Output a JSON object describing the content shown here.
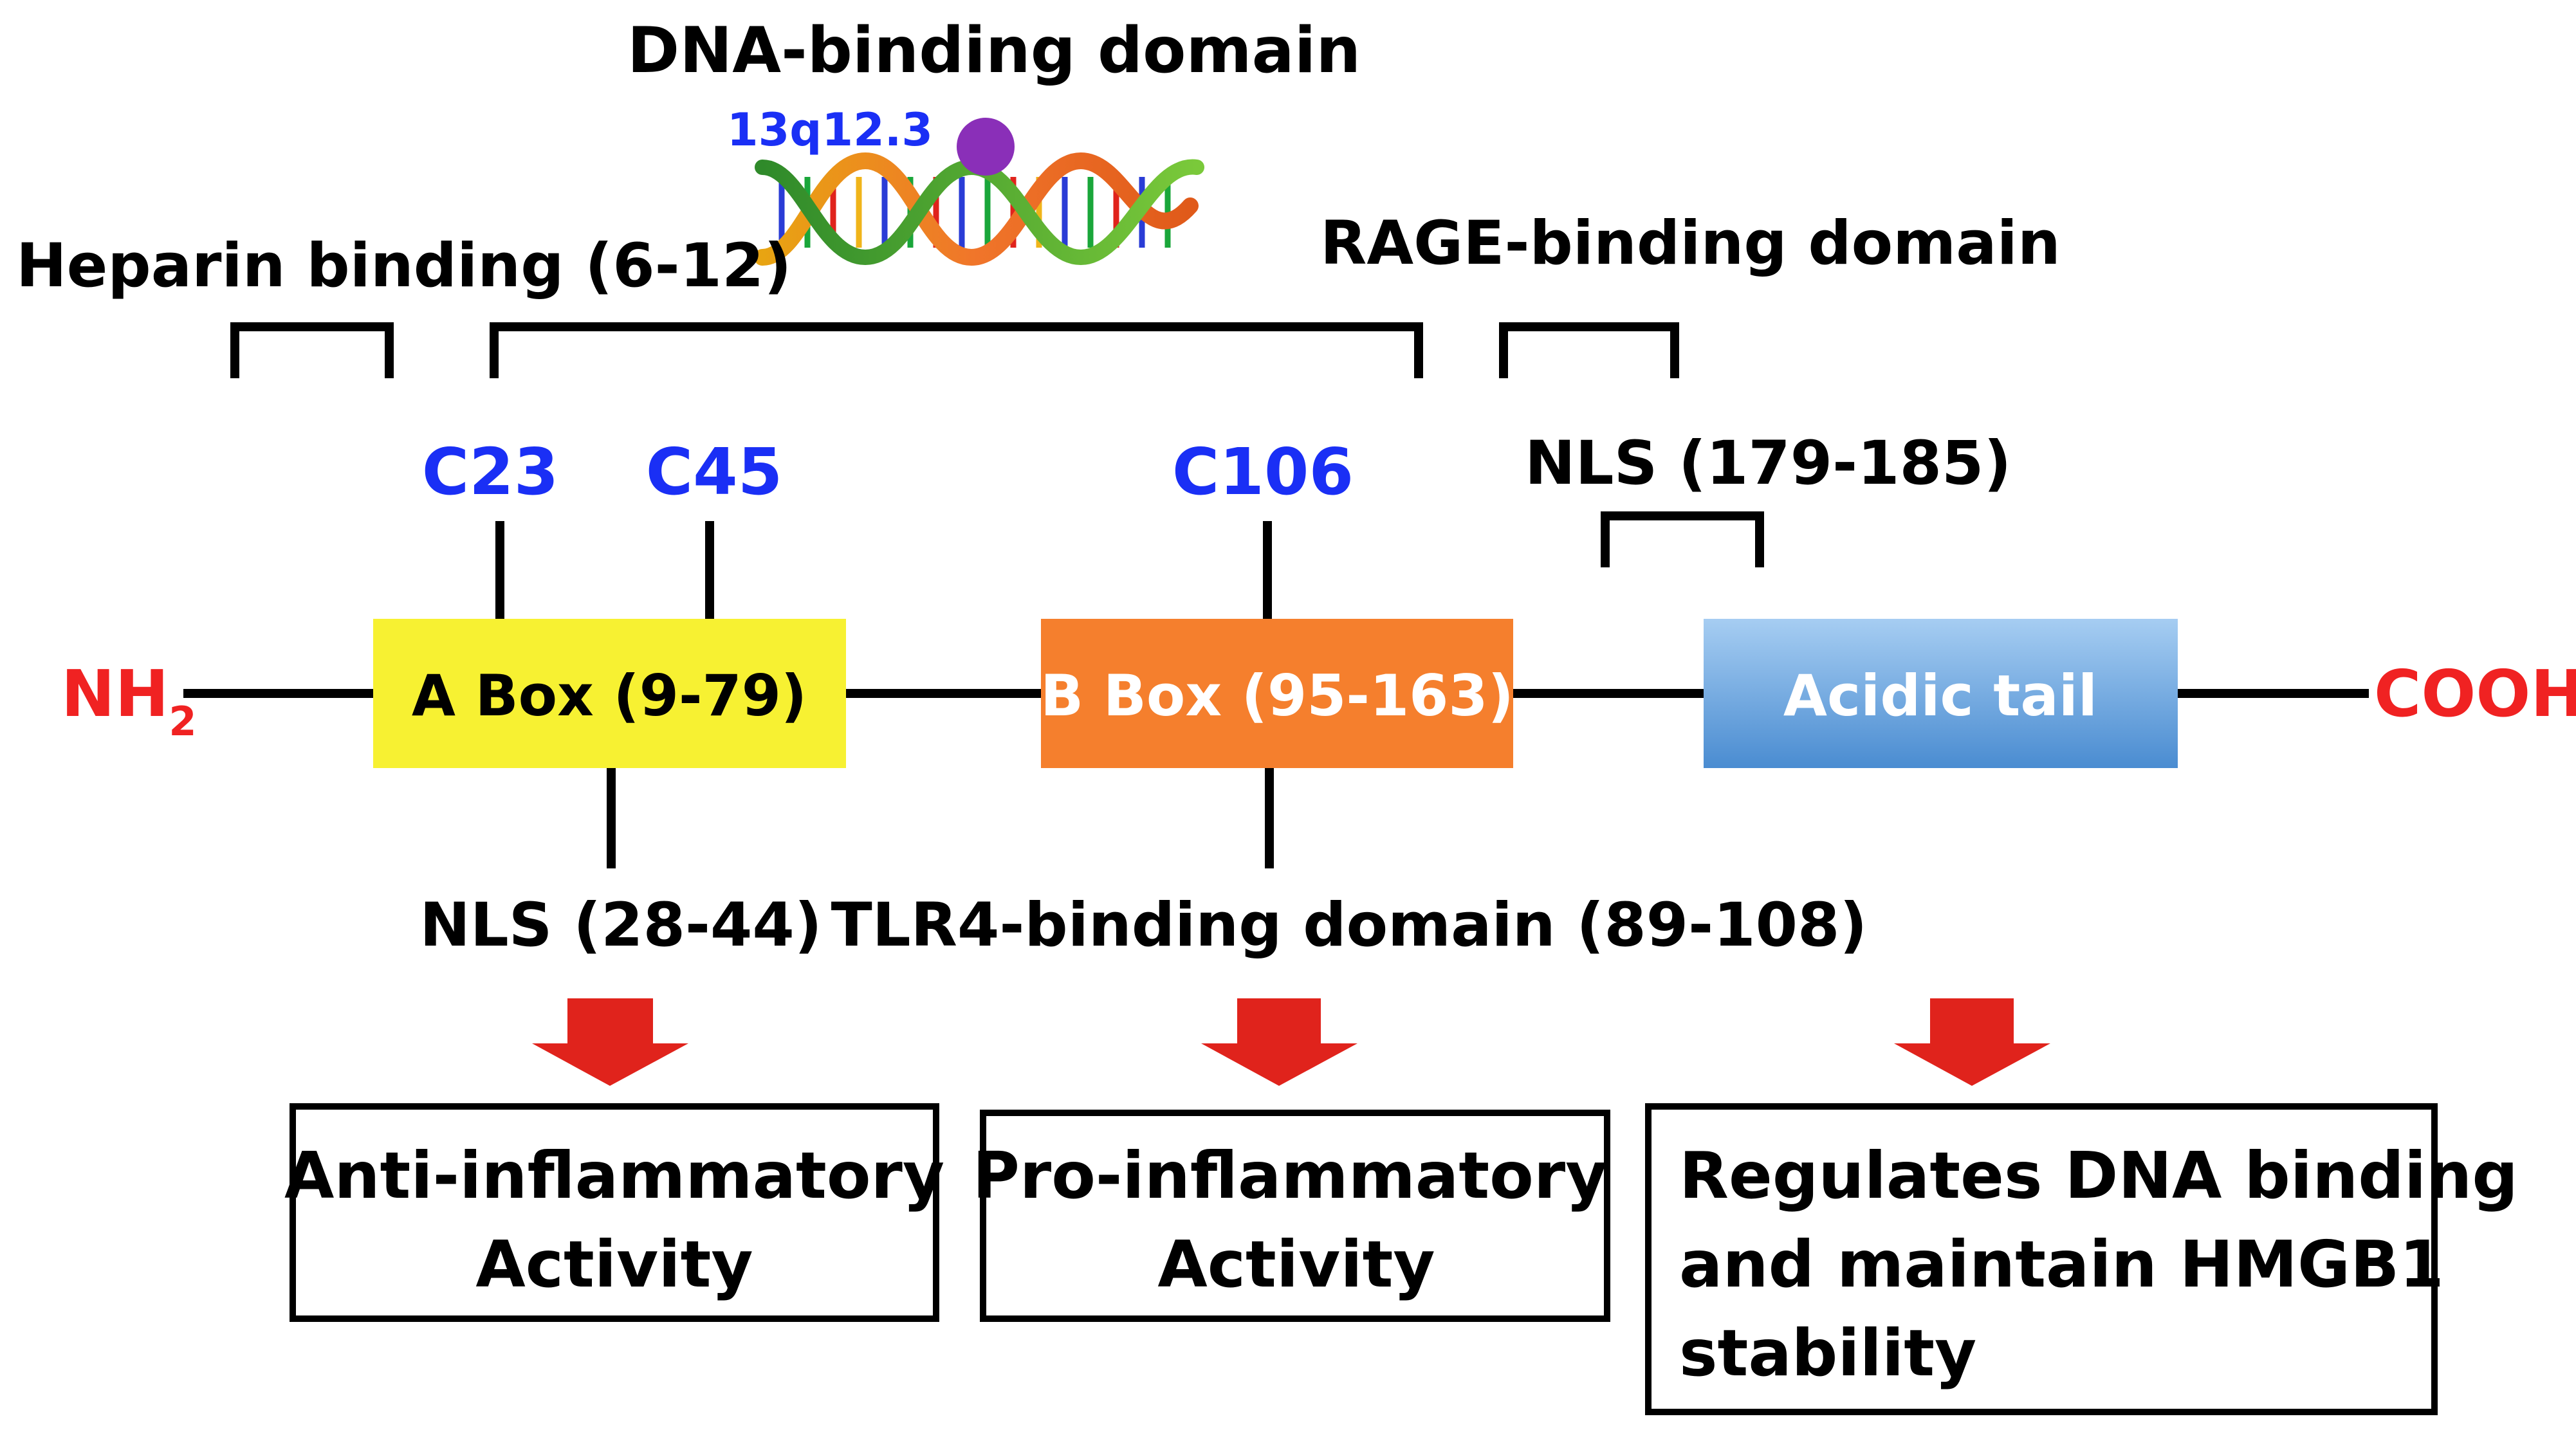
{
  "labels": {
    "dna_binding": "DNA-binding domain",
    "locus": "13q12.3",
    "heparin": "Heparin binding (6-12)",
    "rage": "RAGE-binding domain",
    "nls_c": "NLS (179-185)",
    "nls_a": "NLS (28-44)",
    "tlr4": "TLR4-binding domain (89-108)"
  },
  "termini": {
    "n_main": "NH",
    "n_sub": "2",
    "c": "COOH"
  },
  "cysteines": [
    "C23",
    "C45",
    "C106"
  ],
  "domains": {
    "a_box": "A Box (9-79)",
    "b_box": "B Box (95-163)",
    "acidic_tail": "Acidic tail"
  },
  "outcomes": {
    "anti": [
      "Anti-inflammatory",
      "Activity"
    ],
    "pro": [
      "Pro-inflammatory",
      "Activity"
    ],
    "regulates": [
      "Regulates DNA binding",
      "and maintain HMGB1",
      "stability"
    ]
  },
  "colors": {
    "a_box": "#f7f132",
    "b_box": "#f57f2d",
    "acidic_tail_top": "#9cc7ef",
    "acidic_tail_bottom": "#4a8cd1",
    "cysteine_text": "#1a2ff5",
    "terminus_text": "#f02222",
    "arrow": "#e0231c",
    "dna_bead": "#8a2fb8",
    "line": "#000000"
  }
}
